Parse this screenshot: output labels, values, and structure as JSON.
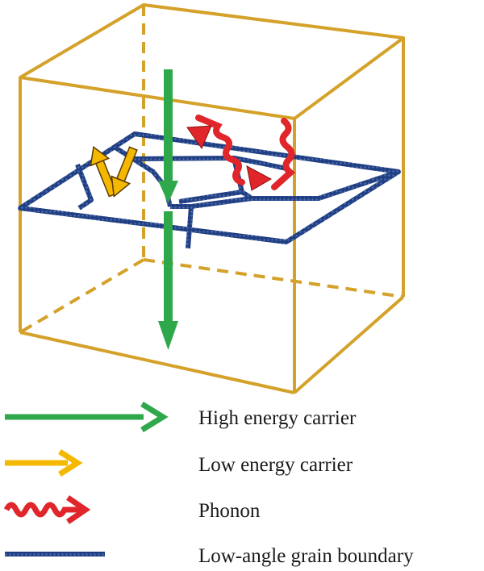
{
  "colors": {
    "cube": "#d4a22a",
    "grain_boundary": "#1f3f82",
    "high_energy_carrier": "#2ea84a",
    "low_energy_carrier": "#f5b800",
    "phonon": "#e0262b",
    "text": "#1a1a1a"
  },
  "legend": [
    {
      "label": "High energy carrier",
      "icon": "green-arrow-icon"
    },
    {
      "label": "Low energy carrier",
      "icon": "yellow-arrow-icon"
    },
    {
      "label": "Phonon",
      "icon": "red-wavy-arrow-icon"
    },
    {
      "label": "Low-angle grain boundary",
      "icon": "blue-dotted-line-icon"
    }
  ]
}
